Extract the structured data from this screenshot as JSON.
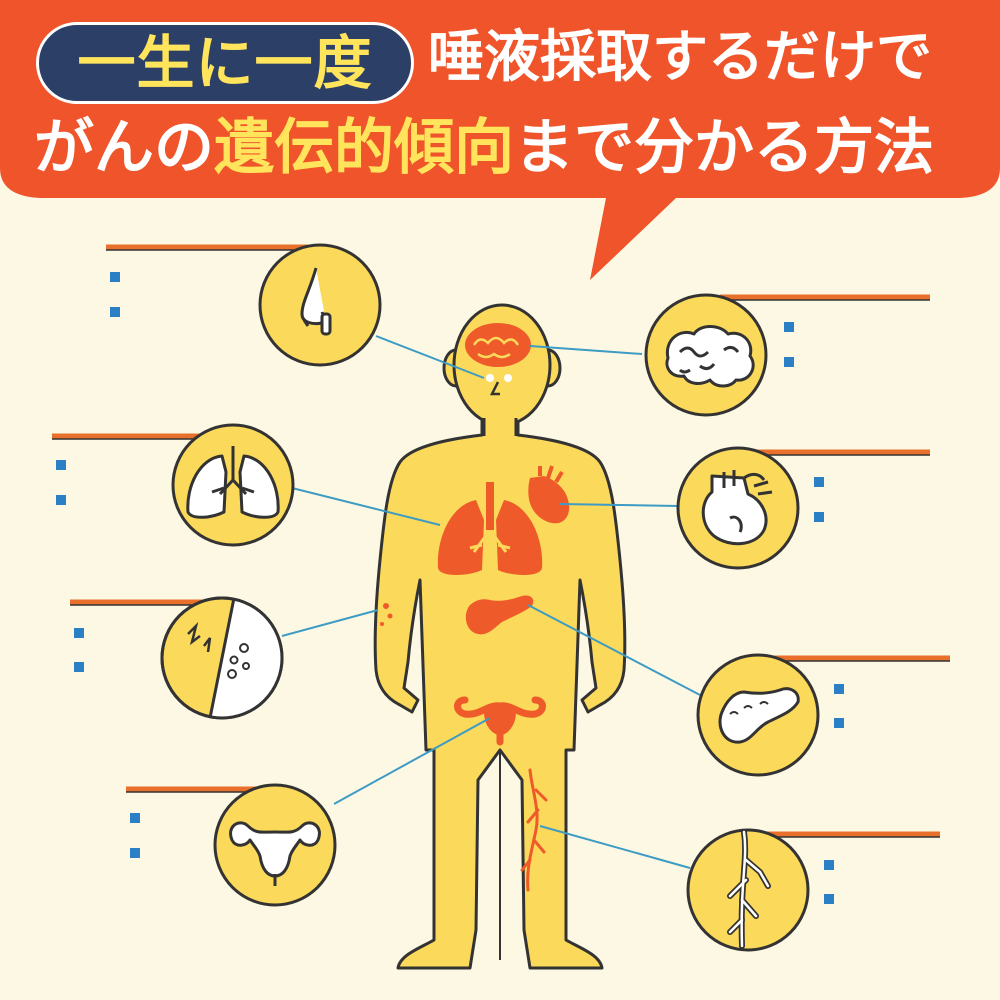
{
  "header": {
    "badge": "一生に一度",
    "line1": "唾液採取するだけで",
    "line2_part1": "がんの",
    "line2_highlight": "遺伝的傾向",
    "line2_part2": "まで分かる方法"
  },
  "colors": {
    "banner": "#f0542a",
    "badge_bg": "#2b3f67",
    "highlight": "#ffe45c",
    "body_fill": "#fbd95a",
    "organ": "#ef5a2b",
    "connector": "#3d9bc4",
    "label_line": "#e8702a",
    "bullet": "#2b7fc4",
    "background": "#fdf8e4"
  },
  "callouts": [
    {
      "id": "nose",
      "icon": "nose-icon",
      "target": "head"
    },
    {
      "id": "lungs",
      "icon": "lungs-icon",
      "target": "chest"
    },
    {
      "id": "skin",
      "icon": "skin-icon",
      "target": "right-arm"
    },
    {
      "id": "uterus",
      "icon": "uterus-icon",
      "target": "pelvis"
    },
    {
      "id": "brain",
      "icon": "brain-icon",
      "target": "head"
    },
    {
      "id": "heart",
      "icon": "heart-icon",
      "target": "chest"
    },
    {
      "id": "pancreas",
      "icon": "pancreas-icon",
      "target": "abdomen"
    },
    {
      "id": "veins",
      "icon": "veins-icon",
      "target": "left-leg"
    }
  ]
}
